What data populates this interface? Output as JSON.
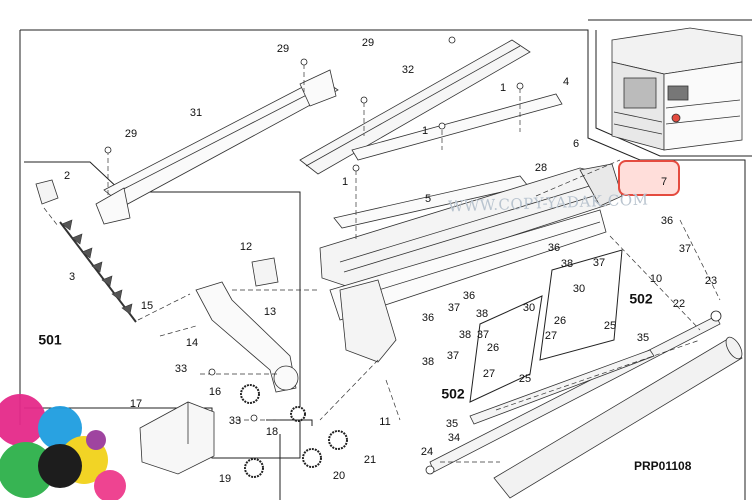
{
  "diagram": {
    "drawing_code": "PRP01108",
    "watermark": "WWW.COPY-YADAK.COM",
    "accent_color": "#e44b3f",
    "assembly_labels": [
      "501",
      "502",
      "502"
    ],
    "part_labels": [
      "29",
      "29",
      "29",
      "31",
      "32",
      "4",
      "1",
      "1",
      "1",
      "28",
      "6",
      "7",
      "2",
      "3",
      "5",
      "36",
      "36",
      "37",
      "38",
      "37",
      "10",
      "12",
      "13",
      "15",
      "14",
      "33",
      "16",
      "33",
      "17",
      "18",
      "19",
      "20",
      "21",
      "11",
      "36",
      "37",
      "38",
      "38",
      "37",
      "30",
      "30",
      "26",
      "27",
      "25",
      "26",
      "27",
      "25",
      "36",
      "38",
      "37",
      "35",
      "22",
      "23",
      "35",
      "34",
      "24"
    ]
  }
}
